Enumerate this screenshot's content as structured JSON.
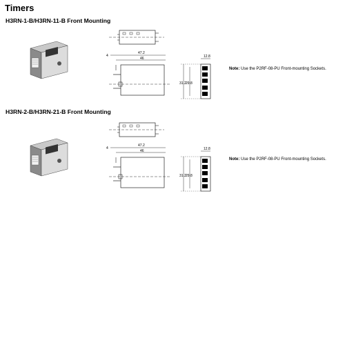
{
  "page_title": "Timers",
  "sections": [
    {
      "heading": "H3RN-1-B/H3RN-11-B Front Mounting",
      "dims": {
        "length_outer": "47.2",
        "length_inner": "46",
        "side_width": "12.8",
        "height_outer": "31.2",
        "height_inner": "29.8",
        "small_gap": "4"
      },
      "note_label": "Note:",
      "note_text": "Use the P2RF-08-PU Front-mounting Sockets."
    },
    {
      "heading": "H3RN-2-B/H3RN-21-B Front Mounting",
      "dims": {
        "length_outer": "47.2",
        "length_inner": "46",
        "side_width": "12.8",
        "height_outer": "31.2",
        "height_inner": "29.8",
        "small_gap": "4"
      },
      "note_label": "Note:",
      "note_text": "Use the P2RF-08-PU Front-mounting Sockets."
    }
  ]
}
